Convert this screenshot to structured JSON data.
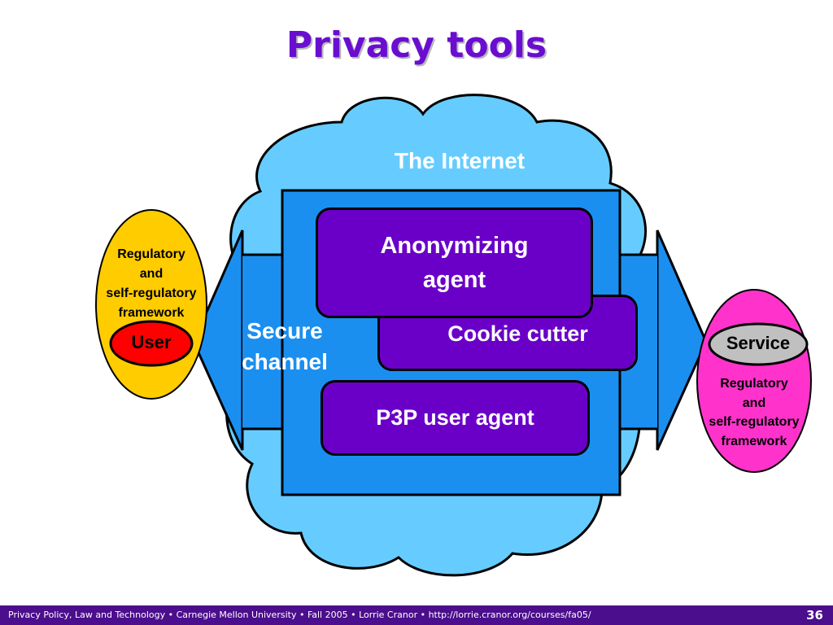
{
  "slide": {
    "title": "Privacy tools",
    "cloud_label": "The Internet",
    "channel_label_line1": "Secure",
    "channel_label_line2": "channel",
    "tools": {
      "anonymizing_line1": "Anonymizing",
      "anonymizing_line2": "agent",
      "cookie_cutter": "Cookie cutter",
      "p3p": "P3P user agent"
    },
    "user": {
      "label": "User",
      "framework_lines": [
        "Regulatory",
        "and",
        "self-regulatory",
        "framework"
      ]
    },
    "service": {
      "label": "Service",
      "framework_lines": [
        "Regulatory",
        "and",
        "self-regulatory",
        "framework"
      ]
    }
  },
  "footer": {
    "text": "Privacy Policy, Law and Technology • Carnegie Mellon University • Fall 2005 • Lorrie Cranor • http://lorrie.cranor.org/courses/fa05/",
    "page_number": "36"
  },
  "colors": {
    "title": "#6a0dd0",
    "cloud": "#66ccff",
    "channel": "#1a8ff0",
    "tool_box": "#6a00c8",
    "user_oval": "#ffcc00",
    "user_badge": "#ff0000",
    "service_oval": "#ff33cc",
    "service_badge": "#c0c0c0",
    "footer_bar": "#4b0e8c"
  }
}
